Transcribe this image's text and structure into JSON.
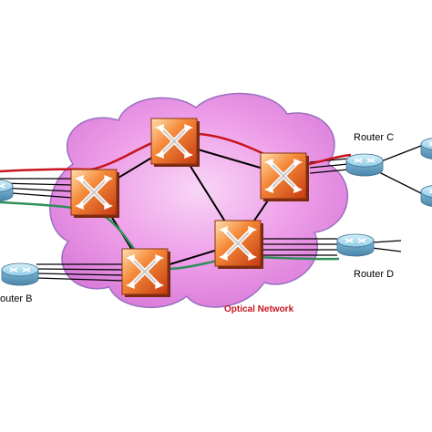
{
  "labels": {
    "router_c": "Router C",
    "router_b": "outer B",
    "router_d": "Router D",
    "network": "Optical Network"
  },
  "colors": {
    "cloud_fill": "#e58ce6",
    "cloud_edge": "#8a6fbf",
    "switch_face": "#f07020",
    "switch_light": "#ffd0a0",
    "router_blue": "#8ecae6",
    "path_red": "#c8141e",
    "path_green": "#2f8f5a",
    "network_label": "#c8141e"
  },
  "icons": {
    "optical_switch": "optical-crossconnect-icon",
    "router": "router-icon"
  }
}
